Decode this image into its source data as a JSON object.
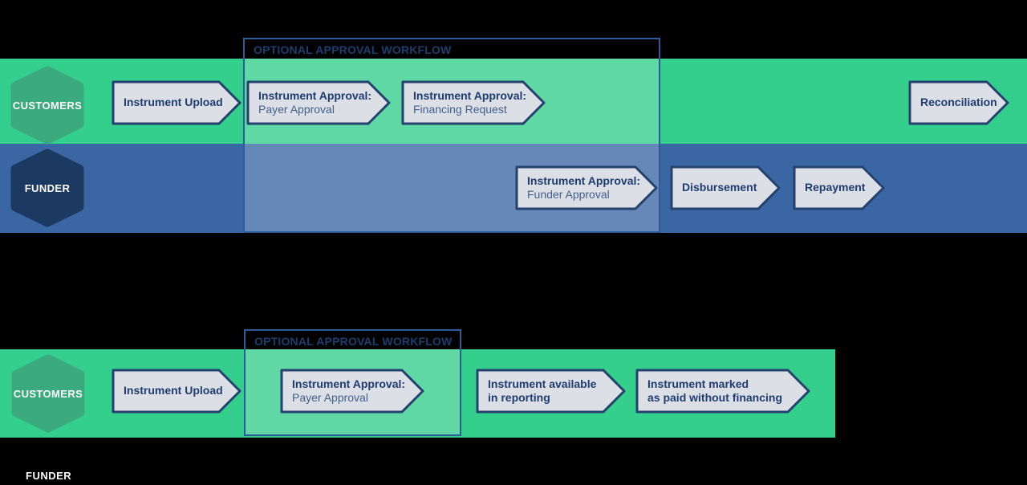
{
  "colors": {
    "background": "#000000",
    "lane_green": "#34CE8D",
    "lane_blue": "#3A67A4",
    "hex_green": "#3BAA7E",
    "hex_navy": "#1C3A61",
    "arrow_fill": "#DCDFE6",
    "arrow_border": "#24426D",
    "text_primary": "#1E3D6F",
    "text_secondary": "#41608C",
    "box_border": "#2C5C99",
    "box_title": "#1D3E6E",
    "label_white": "#FFFFFF"
  },
  "diagram_top": {
    "optional_label": "OPTIONAL APPROVAL WORKFLOW",
    "customers_label": "CUSTOMERS",
    "funder_label": "FUNDER",
    "steps": {
      "instrument_upload": {
        "line1": "Instrument Upload"
      },
      "payer_approval": {
        "line1": "Instrument Approval:",
        "line2": "Payer Approval"
      },
      "financing_request": {
        "line1": "Instrument Approval:",
        "line2": "Financing Request"
      },
      "reconciliation": {
        "line1": "Reconciliation"
      },
      "funder_approval": {
        "line1": "Instrument Approval:",
        "line2": "Funder Approval"
      },
      "disbursement": {
        "line1": "Disbursement"
      },
      "repayment": {
        "line1": "Repayment"
      }
    }
  },
  "diagram_bottom": {
    "optional_label": "OPTIONAL APPROVAL WORKFLOW",
    "customers_label": "CUSTOMERS",
    "funder_label": "FUNDER",
    "steps": {
      "instrument_upload": {
        "line1": "Instrument Upload"
      },
      "payer_approval": {
        "line1": "Instrument Approval:",
        "line2": "Payer Approval"
      },
      "available_reporting": {
        "line1": "Instrument available",
        "line2": "in reporting"
      },
      "marked_paid": {
        "line1": "Instrument marked",
        "line2": "as paid without financing"
      }
    }
  }
}
